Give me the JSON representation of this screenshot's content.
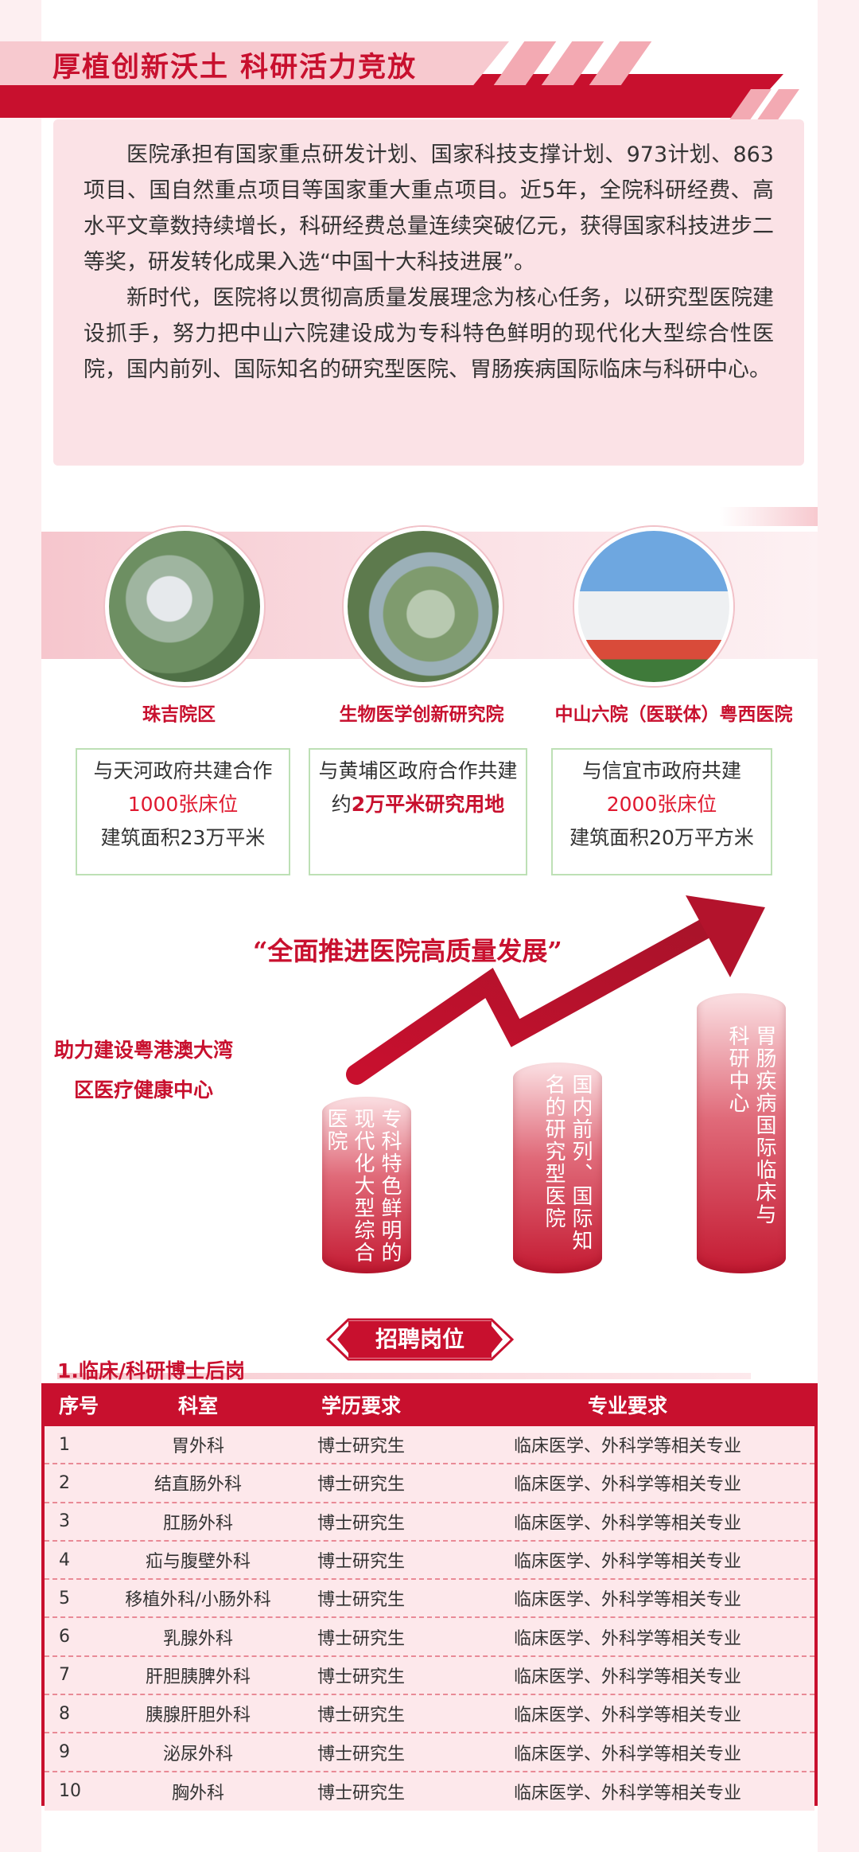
{
  "header": {
    "title": "厚植创新沃土 科研活力竞放"
  },
  "intro": {
    "paragraph1": "医院承担有国家重点研发计划、国家科技支撑计划、973计划、863项目、国自然重点项目等国家重大重点项目。近5年，全院科研经费、高水平文章数持续增长，科研经费总量连续突破亿元，获得国家科技进步二等奖，研发转化成果入选“中国十大科技进展”。",
    "paragraph2": "新时代，医院将以贯彻高质量发展理念为核心任务，以研究型医院建设抓手，努力把中山六院建设成为专科特色鲜明的现代化大型综合性医院，国内前列、国际知名的研究型医院、胃肠疾病国际临床与科研中心。"
  },
  "campuses": [
    {
      "name": "珠吉院区",
      "line1": "与天河政府共建合作",
      "line2": "1000张床位",
      "line3": "建筑面积23万平米",
      "photo": "hospital-campus-aerial"
    },
    {
      "name": "生物医学创新研究院",
      "line1": "与黄埔区政府合作共建",
      "line2_prefix": "约",
      "line2": "2万平米研究用地",
      "line3": "",
      "photo": "river-island-aerial"
    },
    {
      "name": "中山六院（医联体）粤西医院",
      "line1": "与信宜市政府共建",
      "line2": "2000张床位",
      "line3": "建筑面积20万平方米",
      "photo": "hospital-building-flowers"
    }
  ],
  "development": {
    "slogan": "“全面推进医院高质量发展”",
    "left_line1": "助力建设粤港澳大湾",
    "left_line2": "区医疗健康中心",
    "pillars": [
      "专科特色鲜明的现代化大型综合医院",
      "国内前列、国际知名的研究型医院",
      "胃肠疾病国际临床与科研中心"
    ]
  },
  "recruit": {
    "badge": "招聘岗位",
    "section_title": "1.临床/科研博士后岗",
    "columns": [
      "序号",
      "科室",
      "学历要求",
      "专业要求"
    ],
    "rows": [
      [
        "1",
        "胃外科",
        "博士研究生",
        "临床医学、外科学等相关专业"
      ],
      [
        "2",
        "结直肠外科",
        "博士研究生",
        "临床医学、外科学等相关专业"
      ],
      [
        "3",
        "肛肠外科",
        "博士研究生",
        "临床医学、外科学等相关专业"
      ],
      [
        "4",
        "疝与腹壁外科",
        "博士研究生",
        "临床医学、外科学等相关专业"
      ],
      [
        "5",
        "移植外科/小肠外科",
        "博士研究生",
        "临床医学、外科学等相关专业"
      ],
      [
        "6",
        "乳腺外科",
        "博士研究生",
        "临床医学、外科学等相关专业"
      ],
      [
        "7",
        "肝胆胰脾外科",
        "博士研究生",
        "临床医学、外科学等相关专业"
      ],
      [
        "8",
        "胰腺肝胆外科",
        "博士研究生",
        "临床医学、外科学等相关专业"
      ],
      [
        "9",
        "泌尿外科",
        "博士研究生",
        "临床医学、外科学等相关专业"
      ],
      [
        "10",
        "胸外科",
        "博士研究生",
        "临床医学、外科学等相关专业"
      ]
    ]
  },
  "colors": {
    "brand_red": "#c8102e",
    "pink": "#fbe2e6"
  }
}
